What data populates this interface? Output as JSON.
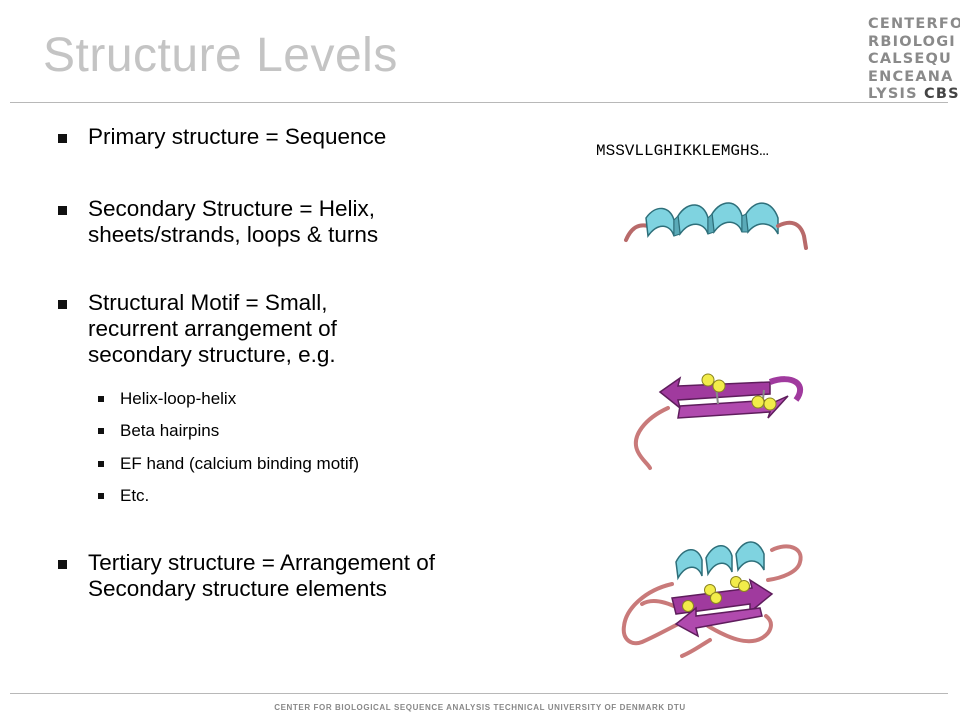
{
  "slide": {
    "title": "Structure Levels",
    "logo_lines": [
      "CENTERFO",
      "RBIOLOGI",
      "CALSEQU",
      "ENCEANA",
      "LYSIS"
    ],
    "logo_suffix": "CBS",
    "footer": "CENTER FOR BIOLOGICAL SEQUENCE ANALYSIS TECHNICAL UNIVERSITY OF DENMARK DTU",
    "sequence": "MSSVLLGHIKKLEMGHS…"
  },
  "bullets": [
    {
      "text": "Primary structure = Sequence"
    },
    {
      "text": "Secondary Structure = Helix, sheets/strands, loops & turns"
    },
    {
      "text": "Structural Motif = Small, recurrent arrangement of secondary structure, e.g."
    },
    {
      "text": "Tertiary structure = Arrangement of Secondary structure elements"
    }
  ],
  "sub_bullets": [
    {
      "text": "Helix-loop-helix"
    },
    {
      "text": "Beta hairpins"
    },
    {
      "text": "EF hand (calcium binding motif)"
    },
    {
      "text": "Etc."
    }
  ],
  "colors": {
    "helix": "#7fd3e0",
    "strand": "#a03a9e",
    "loop": "#c97a7a",
    "sulfur": "#f2ec4a"
  },
  "images": [
    "helix-ribbon-icon",
    "beta-hairpin-icon",
    "tertiary-fold-icon"
  ]
}
